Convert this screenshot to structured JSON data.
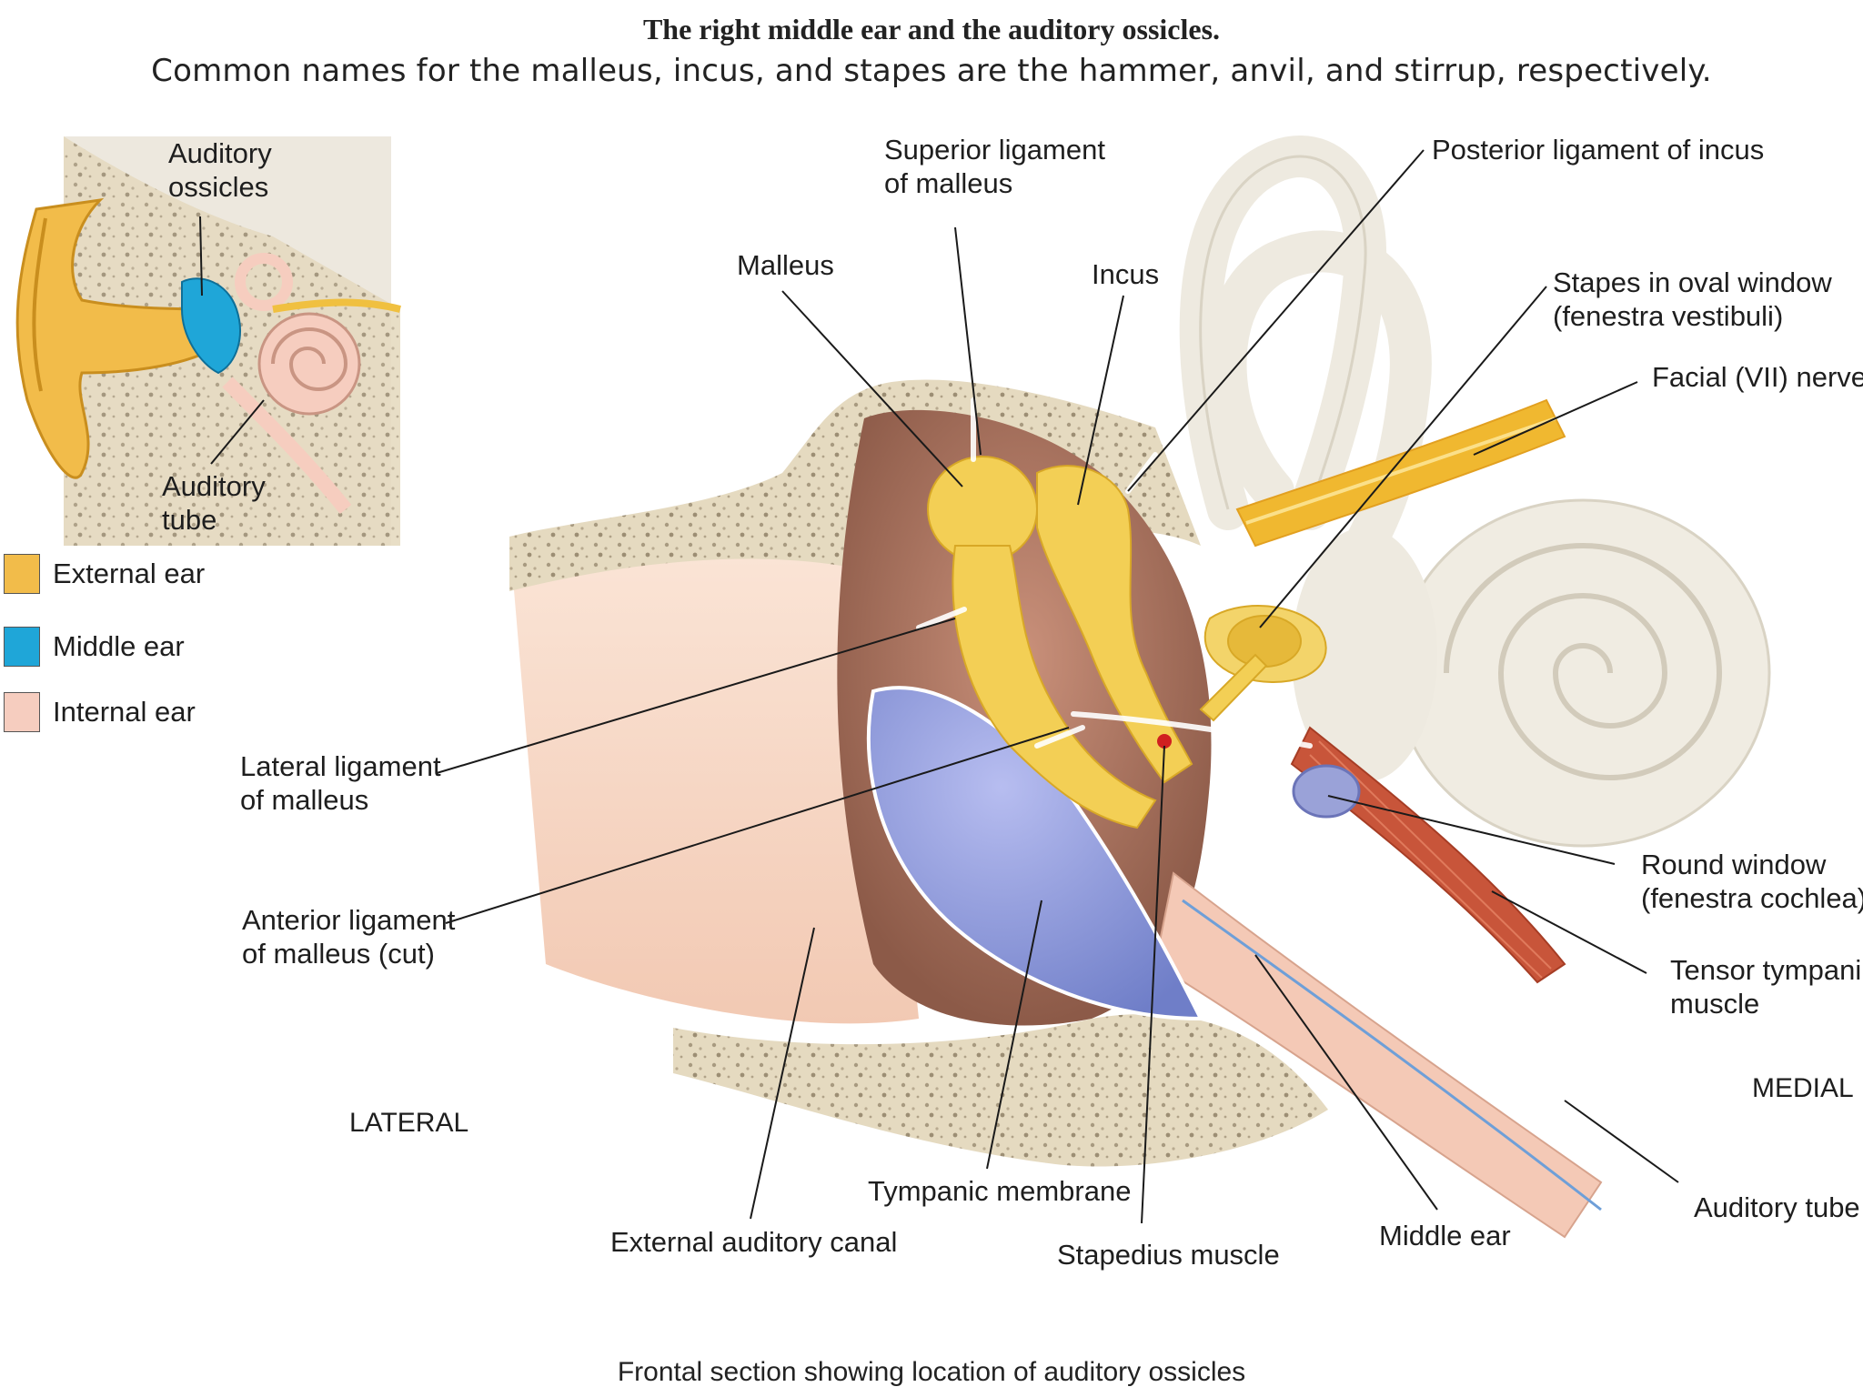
{
  "title": "The right middle ear and the auditory ossicles.",
  "subtitle": "Common names for the malleus, incus, and stapes are the hammer, anvil, and stirrup, respectively.",
  "caption": "Frontal section showing location of auditory ossicles",
  "inset": {
    "auditory_ossicles": [
      "Auditory",
      "ossicles"
    ],
    "auditory_tube": [
      "Auditory",
      "tube"
    ]
  },
  "legend": [
    {
      "label": "External ear",
      "color": "#f2bc4a"
    },
    {
      "label": "Middle ear",
      "color": "#1fa6d8"
    },
    {
      "label": "Internal ear",
      "color": "#f6cdbf"
    }
  ],
  "labels": {
    "superior_ligament": [
      "Superior ligament",
      "of malleus"
    ],
    "malleus": "Malleus",
    "incus": "Incus",
    "posterior_ligament": "Posterior ligament of incus",
    "stapes": [
      "Stapes in oval window",
      "(fenestra vestibuli)"
    ],
    "facial_nerve": "Facial (VII) nerve",
    "lateral_ligament": [
      "Lateral ligament",
      "of malleus"
    ],
    "anterior_ligament": [
      "Anterior ligament",
      "of malleus (cut)"
    ],
    "round_window": [
      "Round window",
      "(fenestra cochlea)"
    ],
    "tensor_tympani": [
      "Tensor tympani",
      "muscle"
    ],
    "tympanic_membrane": "Tympanic membrane",
    "external_auditory_canal": "External auditory canal",
    "stapedius_muscle": "Stapedius muscle",
    "middle_ear": "Middle ear",
    "auditory_tube": "Auditory tube"
  },
  "directions": {
    "lateral": "LATERAL",
    "medial": "MEDIAL"
  },
  "colors": {
    "bone": "#e7dcc4",
    "ossicles": "#f3cf55",
    "tympanic_membrane": "#8e9ad8",
    "cavity": "#b47f6a",
    "inner_ear": "#eeeae0",
    "nerve": "#f0b830",
    "muscle": "#c8553a",
    "skin": "#f6d6c6"
  }
}
